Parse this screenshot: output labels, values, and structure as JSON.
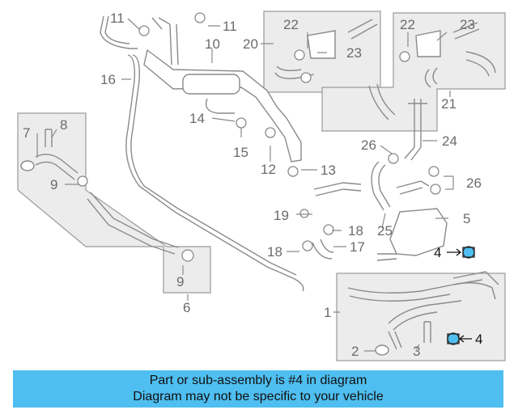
{
  "callouts": {
    "c11a": "11",
    "c11b": "11",
    "c10": "10",
    "c20": "20",
    "c22a": "22",
    "c23a": "23",
    "c22b": "22",
    "c23b": "23",
    "c21": "21",
    "c16": "16",
    "c14": "14",
    "c15": "15",
    "c12": "12",
    "c13": "13",
    "c7": "7",
    "c8": "8",
    "c9a": "9",
    "c26a": "26",
    "c24": "24",
    "c26b": "26",
    "c19": "19",
    "c18a": "18",
    "c5": "5",
    "c25": "25",
    "c18b": "18",
    "c17": "17",
    "c4a": "4",
    "c9b": "9",
    "c6": "6",
    "c1": "1",
    "c2": "2",
    "c3": "3",
    "c4b": "4"
  },
  "highlight_part": "4",
  "colors": {
    "line": "#8a8a8a",
    "panel": "#ececec",
    "highlight": "#4fbef0",
    "banner": "#4fbef0"
  },
  "banner": {
    "line1": "Part or sub-assembly is #4 in diagram",
    "line2": "Diagram may not be specific to your vehicle"
  }
}
